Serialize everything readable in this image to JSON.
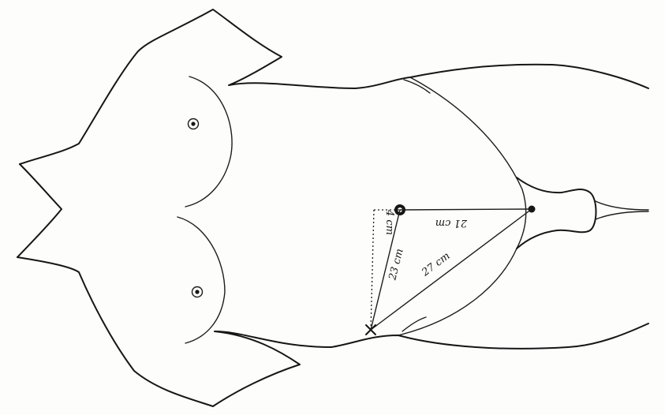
{
  "figure": {
    "measurements": {
      "label_4cm": "4 cm",
      "label_23cm": "23 cm",
      "label_27cm": "27 cm",
      "label_21cm": "21 cm"
    },
    "colors": {
      "ink": "#161616",
      "paper": "#fdfdfb"
    }
  }
}
